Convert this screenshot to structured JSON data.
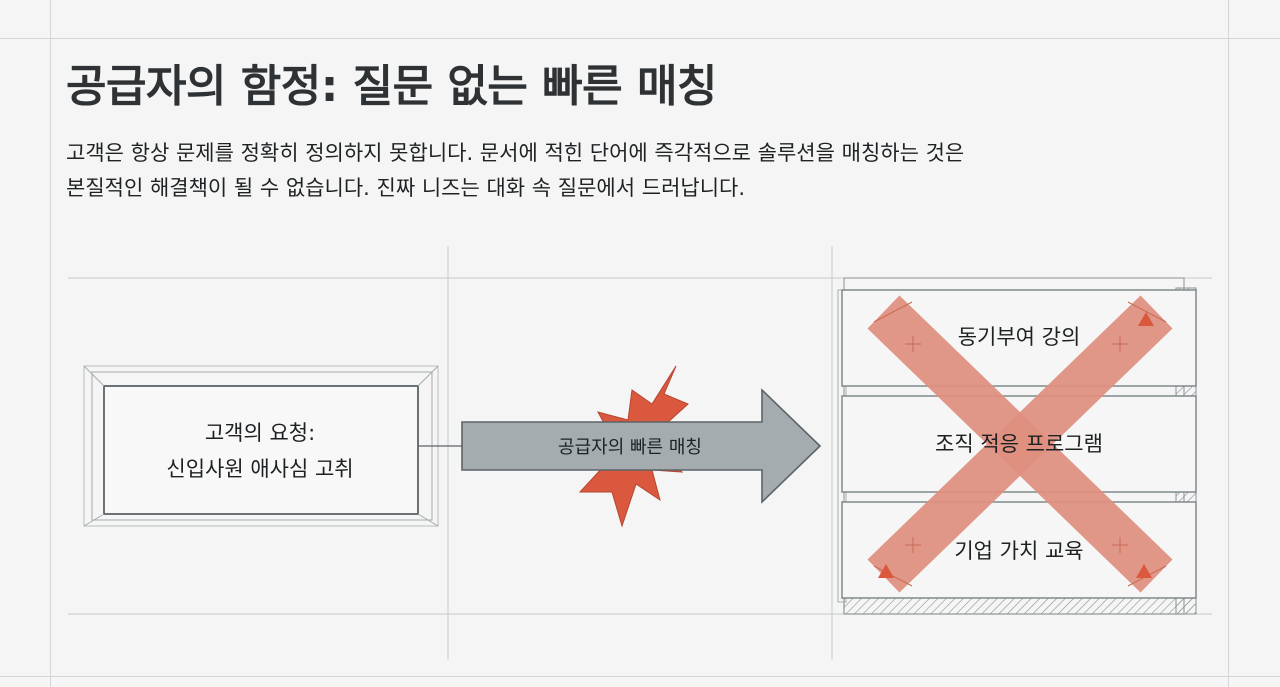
{
  "title": "공급자의 함정: 질문 없는 빠른 매칭",
  "body_text": "고객은 항상 문제를 정확히 정의하지 못합니다. 문서에 적힌 단어에 즉각적으로 솔루션을 매칭하는 것은 본질적인 해결책이 될 수 없습니다. 진짜 니즈는 대화 속 질문에서 드러납니다.",
  "diagram": {
    "request_box": {
      "line1": "고객의 요청:",
      "line2": "신입사원 애사심 고취"
    },
    "arrow_label": "공급자의 빠른 매칭",
    "solutions": [
      "동기부여 강의",
      "조직 적응 프로그램",
      "기업 가치 교육"
    ],
    "colors": {
      "arrow": "#a4acb0",
      "cross": "#e0907f",
      "burst": "#d9583e",
      "line": "#5c6468"
    }
  }
}
